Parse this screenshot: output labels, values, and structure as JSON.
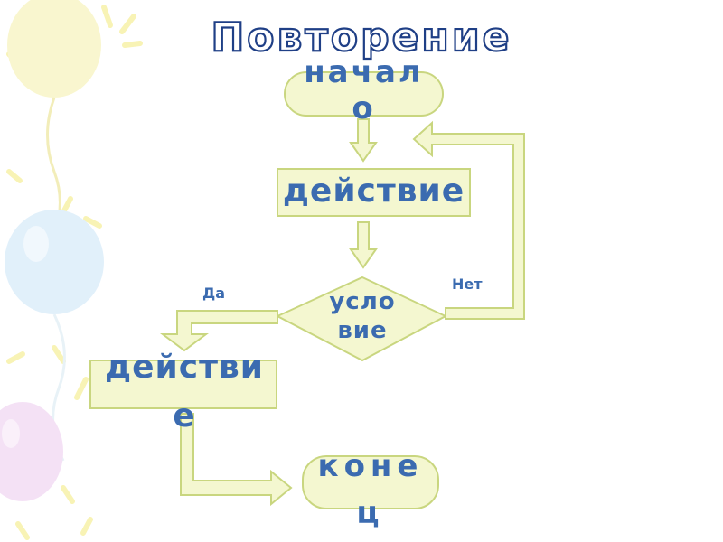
{
  "title": "Повторение",
  "nodes": {
    "start": "начало",
    "action1": "действие",
    "condition": "условие",
    "action2": "действие",
    "end": "конец"
  },
  "edges": {
    "yes": "Да",
    "no": "Нет"
  },
  "colors": {
    "shape_fill": "#f4f7d0",
    "shape_stroke": "#c9d67f",
    "text": "#3b6bb0",
    "title_fill": "#ffffff",
    "title_stroke": "#1f3f86"
  }
}
